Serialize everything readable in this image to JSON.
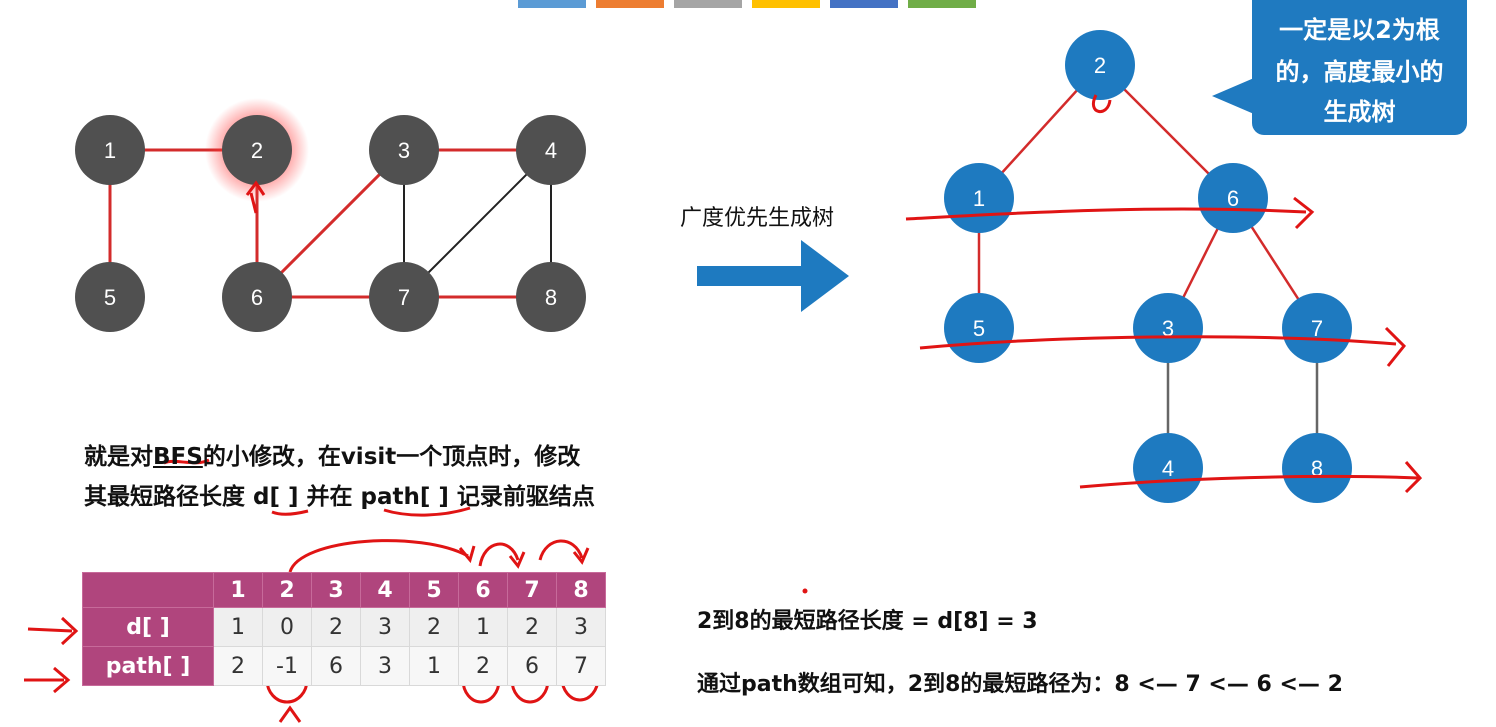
{
  "colors": {
    "node_gray": "#505050",
    "node_blue": "#1e7ac0",
    "edge_red": "#d32b2b",
    "edge_black": "#222222",
    "table_header": "#b0457d",
    "callout_bg": "#1f7ac0",
    "ink_red": "#e01414"
  },
  "top_bar_colors": [
    "#5b9bd5",
    "#ed7d31",
    "#a5a5a5",
    "#ffc000",
    "#4472c4",
    "#70ad47"
  ],
  "graph": {
    "nodes": [
      {
        "id": "1",
        "label": "1"
      },
      {
        "id": "2",
        "label": "2",
        "highlight": true
      },
      {
        "id": "3",
        "label": "3"
      },
      {
        "id": "4",
        "label": "4"
      },
      {
        "id": "5",
        "label": "5"
      },
      {
        "id": "6",
        "label": "6"
      },
      {
        "id": "7",
        "label": "7"
      },
      {
        "id": "8",
        "label": "8"
      }
    ],
    "edges": [
      {
        "from": "1",
        "to": "2",
        "color": "red"
      },
      {
        "from": "3",
        "to": "4",
        "color": "red"
      },
      {
        "from": "1",
        "to": "5",
        "color": "red"
      },
      {
        "from": "2",
        "to": "6",
        "color": "red"
      },
      {
        "from": "6",
        "to": "3",
        "color": "red"
      },
      {
        "from": "6",
        "to": "7",
        "color": "red"
      },
      {
        "from": "7",
        "to": "8",
        "color": "red"
      },
      {
        "from": "3",
        "to": "7",
        "color": "black"
      },
      {
        "from": "4",
        "to": "7",
        "color": "black"
      },
      {
        "from": "4",
        "to": "8",
        "color": "black"
      }
    ]
  },
  "arrow_label": "广度优先生成树",
  "tree": {
    "nodes": [
      {
        "id": "2",
        "label": "2"
      },
      {
        "id": "1",
        "label": "1"
      },
      {
        "id": "6",
        "label": "6"
      },
      {
        "id": "5",
        "label": "5"
      },
      {
        "id": "3",
        "label": "3"
      },
      {
        "id": "7",
        "label": "7"
      },
      {
        "id": "4",
        "label": "4"
      },
      {
        "id": "8",
        "label": "8"
      }
    ],
    "edges": [
      {
        "from": "2",
        "to": "1"
      },
      {
        "from": "2",
        "to": "6"
      },
      {
        "from": "1",
        "to": "5"
      },
      {
        "from": "6",
        "to": "3"
      },
      {
        "from": "6",
        "to": "7"
      },
      {
        "from": "3",
        "to": "4"
      },
      {
        "from": "7",
        "to": "8"
      }
    ]
  },
  "callout": {
    "line1": "一定是以2为根",
    "line2": "的，高度最小的",
    "line3": "生成树"
  },
  "description": {
    "line1_a": "就是对",
    "line1_b": "BFS",
    "line1_c": "的小修改，在visit一个顶点时，修改",
    "line2_a": "其最短路径长度 ",
    "line2_b": "d[ ]",
    "line2_c": " 并在 ",
    "line2_d": "path[ ]",
    "line2_e": " 记录前驱结点"
  },
  "table": {
    "columns": [
      "1",
      "2",
      "3",
      "4",
      "5",
      "6",
      "7",
      "8"
    ],
    "rows": [
      {
        "label": "d[ ]",
        "values": [
          "1",
          "0",
          "2",
          "3",
          "2",
          "1",
          "2",
          "3"
        ]
      },
      {
        "label": "path[ ]",
        "values": [
          "2",
          "-1",
          "6",
          "3",
          "1",
          "2",
          "6",
          "7"
        ]
      }
    ]
  },
  "result": {
    "line1": "2到8的最短路径长度 = d[8] = 3",
    "line2": "通过path数组可知，2到8的最短路径为：8  <—  7  <— 6  <—  2"
  }
}
